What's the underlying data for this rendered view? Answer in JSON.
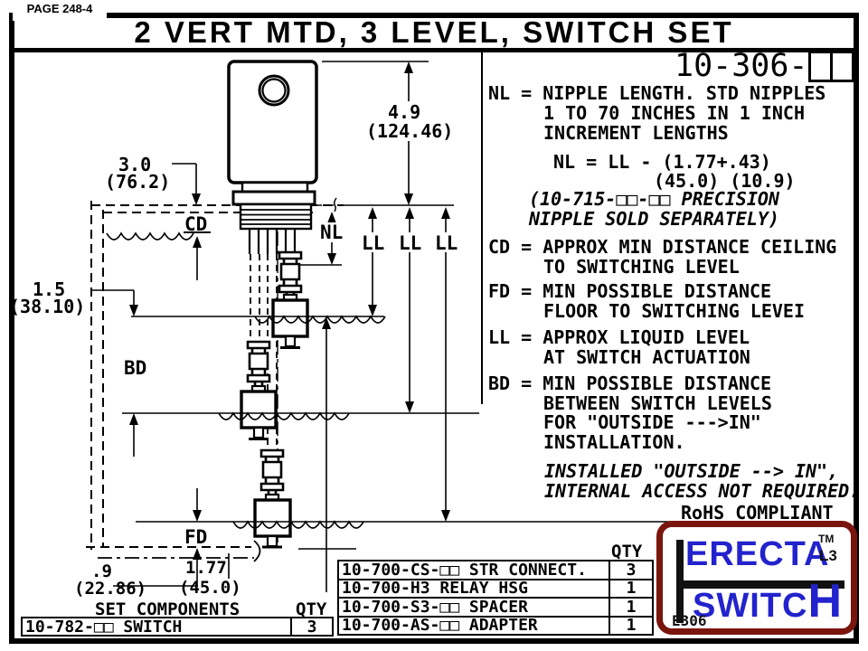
{
  "page": {
    "label": "PAGE 248-4",
    "title": "2 VERT MTD, 3 LEVEL, SWITCH SET",
    "part_number_prefix": "10-306-"
  },
  "notes": {
    "nl1": "NL = NIPPLE LENGTH. STD NIPPLES",
    "nl2": "1 TO 70 INCHES IN 1 INCH",
    "nl3": "INCREMENT LENGTHS",
    "formula1": "NL = LL - (1.77+.43)",
    "formula2": "(45.0) (10.9)",
    "precision1": "(10-715-□□-□□ PRECISION",
    "precision2": "NIPPLE SOLD SEPARATELY)",
    "cd1": "CD = APPROX MIN DISTANCE CEILING",
    "cd2": "TO SWITCHING LEVEL",
    "fd1": "FD = MIN POSSIBLE DISTANCE",
    "fd2": "FLOOR TO SWITCHING LEVEI",
    "ll1": "LL = APPROX LIQUID LEVEL",
    "ll2": "AT SWITCH ACTUATION",
    "bd1": "BD = MIN POSSIBLE DISTANCE",
    "bd2": "BETWEEN SWITCH LEVELS",
    "bd3": "FOR \"OUTSIDE --->IN\"",
    "bd4": "INSTALLATION.",
    "install1": "INSTALLED \"OUTSIDE --> IN\",",
    "install2": "INTERNAL ACCESS NOT REQUIRED.",
    "rohs": "RoHS COMPLIANT"
  },
  "diagram": {
    "dim_ceiling": "3.0",
    "dim_ceiling_mm": "(76.2)",
    "dim_level1": "1.5",
    "dim_level1_mm": "(38.10)",
    "label_cd": "CD",
    "label_nl": "NL",
    "label_ll": "LL",
    "label_bd": "BD",
    "label_fd": "FD",
    "dim_housing": "4.9",
    "dim_housing_mm": "(124.46)",
    "dim_floor": ".9",
    "dim_floor_mm": "(22.86)",
    "dim_stem": "1.77",
    "dim_stem_mm": "(45.0)"
  },
  "set_components_table": {
    "title": "SET COMPONENTS",
    "qty_header": "QTY",
    "rows": [
      {
        "part": "10-782-□□ SWITCH",
        "qty": "3"
      }
    ]
  },
  "parts_table": {
    "qty_header": "QTY",
    "rows": [
      {
        "part": "10-700-CS-□□ STR CONNECT.",
        "qty": "3"
      },
      {
        "part": "10-700-H3 RELAY HSG",
        "qty": "1"
      },
      {
        "part": "10-700-S3-□□ SPACER",
        "qty": "1"
      },
      {
        "part": "10-700-AS-□□ ADAPTER",
        "qty": "1"
      }
    ]
  },
  "logo": {
    "brand_top": "ERECTA",
    "brand_bottom_a": "SWITC",
    "brand_bottom_b": "H",
    "tm": "TM",
    "l3": "L3",
    "code": "E306",
    "accent_blue": "#2323cd",
    "border_red": "#7a150d"
  }
}
